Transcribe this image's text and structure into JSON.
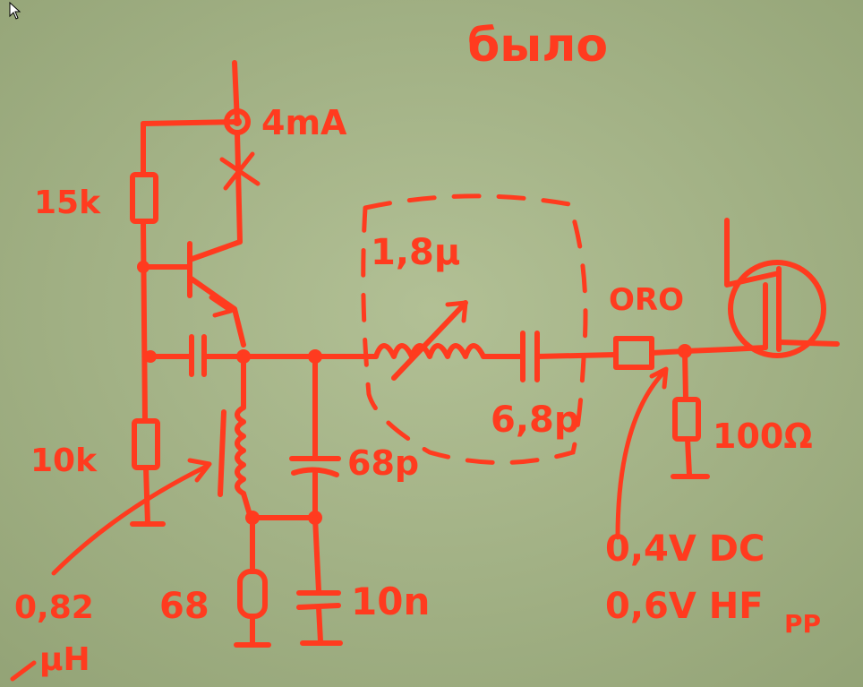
{
  "title": "было",
  "labels": {
    "current": "4mA",
    "r_top": "15k",
    "r_bottom": "10k",
    "inductor_main": "1,8µ",
    "cap_series": "6,8p",
    "cap_shunt": "68p",
    "resistor_emitter": "68",
    "cap_bypass": "10n",
    "choke_value_1": "0,82",
    "choke_value_2": "µH",
    "oro": "ORO",
    "load": "100Ω",
    "note_dc": "0,4V DC",
    "note_hf": "0,6V HF",
    "note_hf_sub": "PP"
  },
  "colors": {
    "ink": "#ff3b1f",
    "paper": "#a7b58a"
  }
}
